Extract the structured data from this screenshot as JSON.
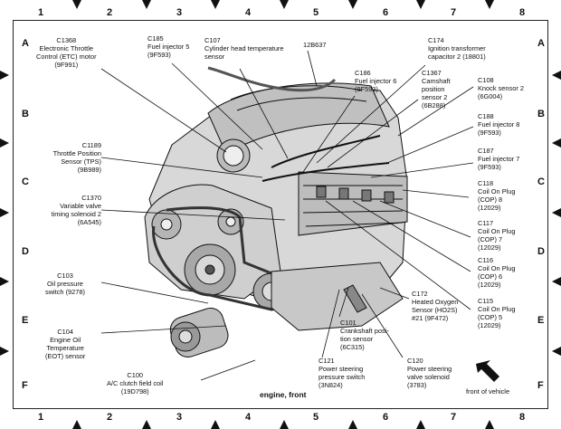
{
  "grid": {
    "columns": [
      "1",
      "2",
      "3",
      "4",
      "5",
      "6",
      "7",
      "8"
    ],
    "rows": [
      "A",
      "B",
      "C",
      "D",
      "E",
      "F"
    ]
  },
  "labels": {
    "c1368": "C1368\nElectronic Throttle\nControl (ETC) motor\n(9F991)",
    "c185": "C185\nFuel injector 5\n(9F593)",
    "c107": "C107\nCylinder head temperature\nsensor",
    "b12637": "12B637",
    "c174": "C174\nIgnition transformer\ncapacitor 2 (18801)",
    "c186": "C186\nFuel injector 6\n(9F593)",
    "c1367": "C1367\nCamshaft\nposition\nsensor 2\n(6B288)",
    "c108": "C108\nKnock sensor 2\n(6G004)",
    "c188": "C188\nFuel injector 8\n(9F593)",
    "c1189": "C1189\nThrottle Position\nSensor (TPS)\n(9B989)",
    "c187": "C187\nFuel injector 7\n(9F593)",
    "c118": "C118\nCoil On Plug\n(COP) 8\n(12029)",
    "c1370": "C1370\nVariable valve\ntiming solenoid 2\n(6A545)",
    "c117": "C117\nCoil On Plug\n(COP) 7\n(12029)",
    "c116": "C116\nCoil On Plug\n(COP) 6\n(12029)",
    "c103": "C103\nOil pressure\nswitch (9278)",
    "c172": "C172\nHeated Oxygen\nSensor (HO2S)\n#21 (9F472)",
    "c115": "C115\nCoil On Plug\n(COP) 5\n(12029)",
    "c101": "C101\nCrankshaft posi-\ntion sensor\n(6C315)",
    "c104": "C104\nEngine Oil\nTemperature\n(EOT) sensor",
    "c121": "C121\nPower steering\npressure switch\n(3N824)",
    "c120": "C120\nPower steering\nvalve solenoid\n(3783)",
    "c100": "C100\nA/C clutch field coil\n(19D798)"
  },
  "caption": "engine, front",
  "front_of_vehicle": "front of vehicle",
  "colors": {
    "line": "#111111",
    "shade": "#9a9a9a",
    "dark": "#3a3a3a"
  }
}
